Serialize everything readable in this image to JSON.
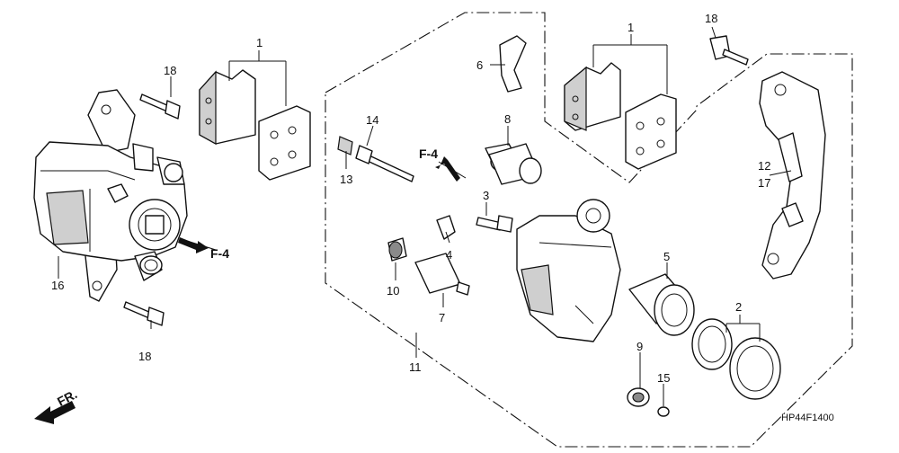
{
  "callouts": {
    "n1a": "1",
    "n1b": "1",
    "n2": "2",
    "n3": "3",
    "n4": "4",
    "n5": "5",
    "n6": "6",
    "n7": "7",
    "n8": "8",
    "n9": "9",
    "n10": "10",
    "n11": "11",
    "n12": "12",
    "n13": "13",
    "n14": "14",
    "n15": "15",
    "n16": "16",
    "n17": "17",
    "n18a": "18",
    "n18b": "18",
    "n18c": "18"
  },
  "refs": {
    "f4_left": "F-4",
    "f4_center": "F-4"
  },
  "direction_label": "FR.",
  "diagram_code": "HP44F1400"
}
